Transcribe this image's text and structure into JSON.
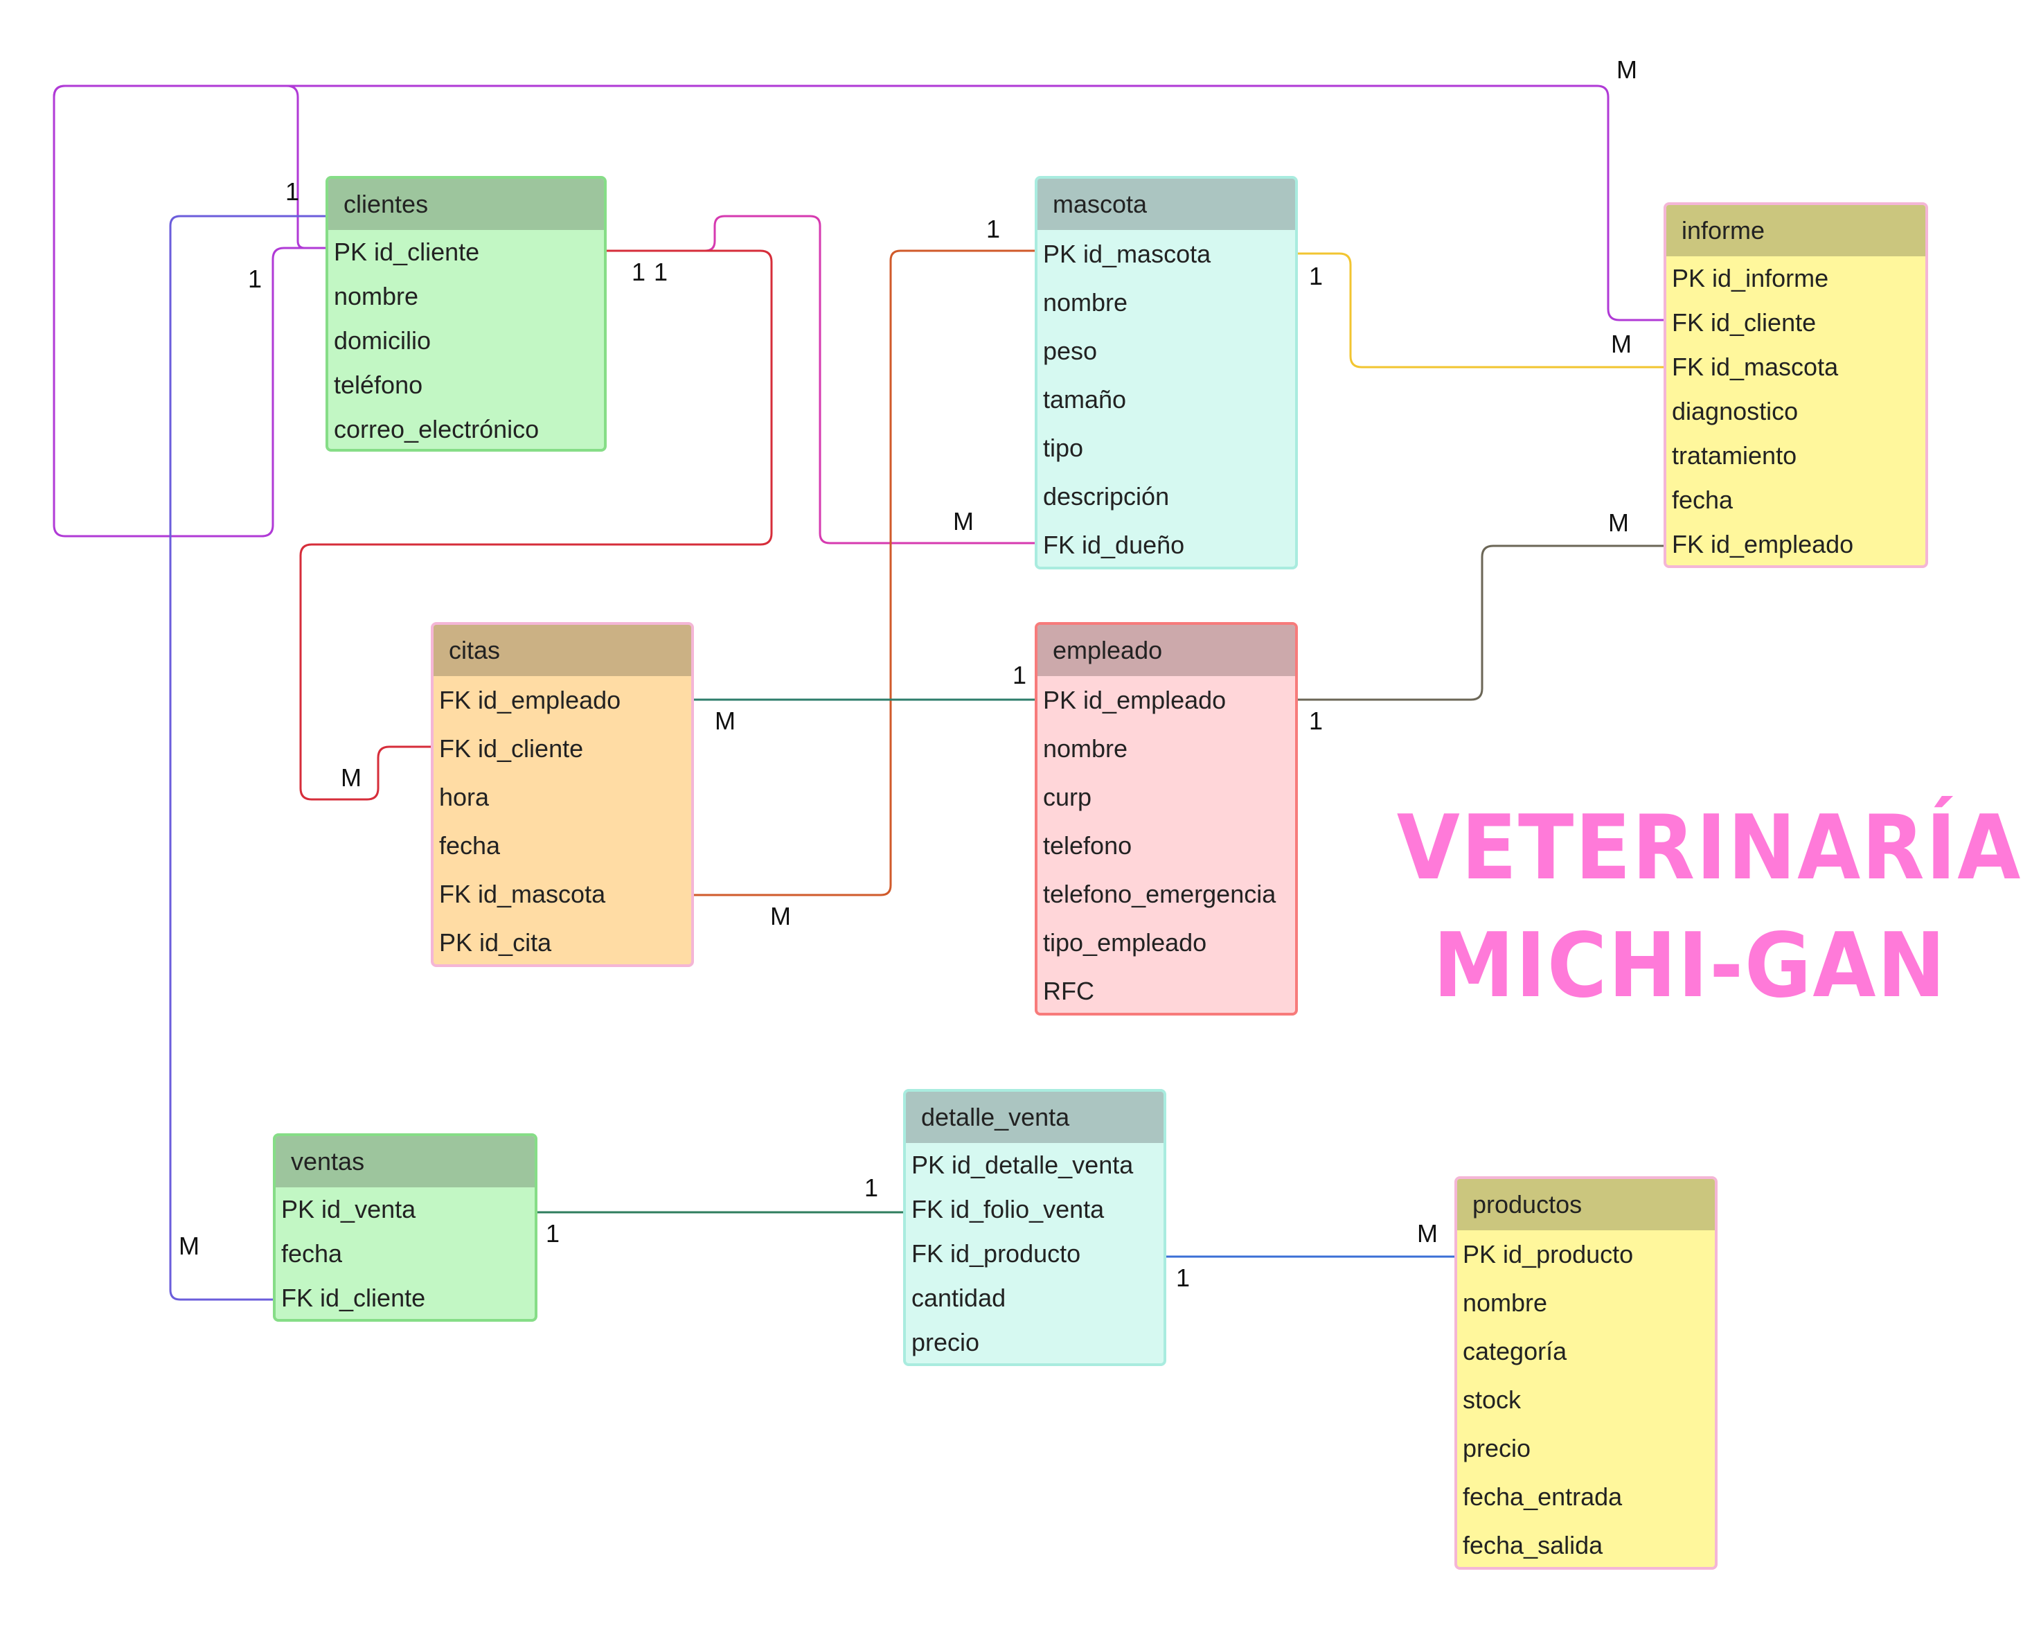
{
  "title_lines": [
    "VETERINARÍA",
    "MICHI-GAN"
  ],
  "colors": {
    "title": "#ff7ad9",
    "green_header": "#9dc59d",
    "green_body": "#c2f7c4",
    "green_border": "#86dd87",
    "teal_header": "#abc5c1",
    "teal_body": "#d6f9f1",
    "teal_border": "#a9ecdf",
    "olive_header": "#cbc67e",
    "yellow_body": "#fff79c",
    "pink_border": "#f4b6d6",
    "tan_header": "#cbb184",
    "orange_body": "#ffdca4",
    "rose_header": "#cca9ab",
    "rose_body": "#ffd6d9",
    "rose_border": "#f77b7b"
  },
  "entities": {
    "clientes": {
      "name": "clientes",
      "fields": [
        "PK id_cliente",
        "nombre",
        "domicilio",
        "teléfono",
        "correo_electrónico"
      ]
    },
    "mascota": {
      "name": "mascota",
      "fields": [
        "PK id_mascota",
        "nombre",
        "peso",
        "tamaño",
        "tipo",
        "descripción",
        "FK id_dueño"
      ]
    },
    "informe": {
      "name": "informe",
      "fields": [
        "PK id_informe",
        "FK id_cliente",
        "FK id_mascota",
        "diagnostico",
        "tratamiento",
        "fecha",
        "FK id_empleado"
      ]
    },
    "citas": {
      "name": "citas",
      "fields": [
        "FK id_empleado",
        "FK id_cliente",
        "hora",
        "fecha",
        "FK id_mascota",
        "PK id_cita"
      ]
    },
    "empleado": {
      "name": "empleado",
      "fields": [
        "PK id_empleado",
        "nombre",
        "curp",
        "telefono",
        "telefono_emergencia",
        "tipo_empleado",
        "RFC"
      ]
    },
    "ventas": {
      "name": "ventas",
      "fields": [
        "PK id_venta",
        "fecha",
        "FK id_cliente"
      ]
    },
    "detalle_venta": {
      "name": "detalle_venta",
      "fields": [
        "PK id_detalle_venta",
        "FK id_folio_venta",
        "FK id_producto",
        "cantidad",
        "precio"
      ]
    },
    "productos": {
      "name": "productos",
      "fields": [
        "PK id_producto",
        "nombre",
        "categoría",
        "stock",
        "precio",
        "fecha_entrada",
        "fecha_salida"
      ]
    }
  },
  "relationships": [
    {
      "from": "clientes",
      "to": "informe",
      "from_card": "1",
      "to_card": "M",
      "color": "#b03ad6"
    },
    {
      "from": "clientes",
      "to": "ventas",
      "from_card": "1",
      "to_card": "M",
      "color": "#6b5ddb"
    },
    {
      "from": "clientes",
      "to": "mascota",
      "from_card": "1",
      "to_card": "M",
      "color": "#d63ab0"
    },
    {
      "from": "clientes",
      "to": "citas",
      "from_card": "1",
      "to_card": "M",
      "color": "#d62d3a"
    },
    {
      "from": "mascota",
      "to": "citas",
      "from_card": "1",
      "to_card": "M",
      "color": "#d05a2a"
    },
    {
      "from": "mascota",
      "to": "informe",
      "from_card": "1",
      "to_card": "M",
      "color": "#f2c531"
    },
    {
      "from": "empleado",
      "to": "citas",
      "from_card": "1",
      "to_card": "M",
      "color": "#2e7d6b"
    },
    {
      "from": "empleado",
      "to": "informe",
      "from_card": "1",
      "to_card": "M",
      "color": "#6b6656"
    },
    {
      "from": "ventas",
      "to": "detalle_venta",
      "from_card": "1",
      "to_card": "1",
      "color": "#2e7d5e"
    },
    {
      "from": "detalle_venta",
      "to": "productos",
      "from_card": "1",
      "to_card": "M",
      "color": "#3a6fd6"
    }
  ]
}
